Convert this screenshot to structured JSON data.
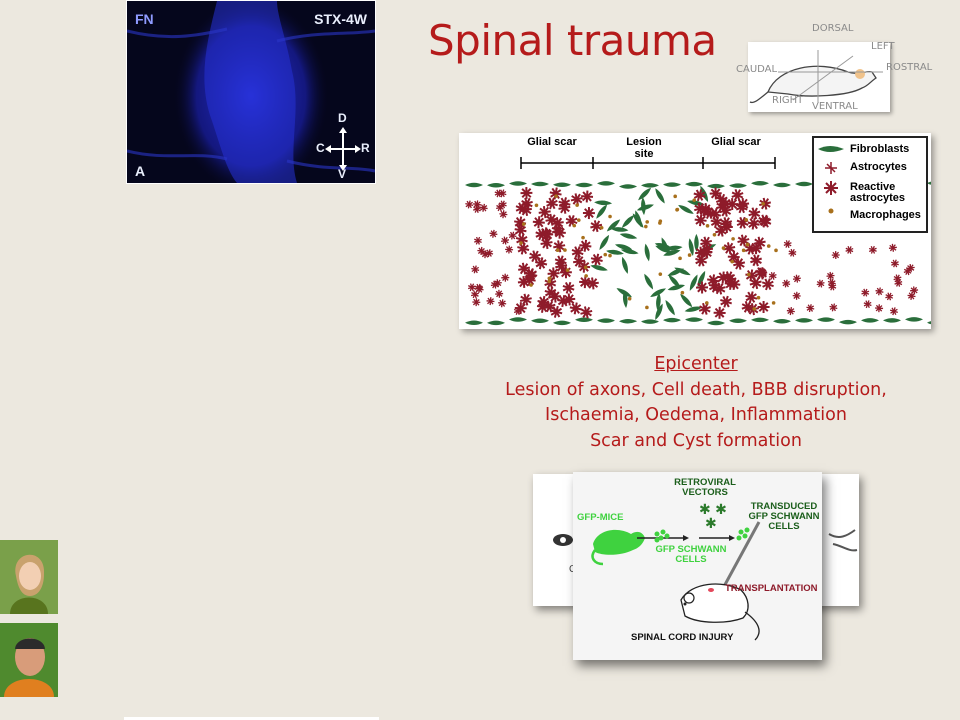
{
  "slide": {
    "title": "Spinal trauma"
  },
  "micrograph": {
    "label_stain": "FN",
    "label_time": "STX-4W",
    "label_panel": "A",
    "axis_d": "D",
    "axis_c": "C",
    "axis_r": "R",
    "axis_v": "V"
  },
  "orientation": {
    "dorsal": "DORSAL",
    "left": "LEFT",
    "caudal": "CAUDAL",
    "rostral": "ROSTRAL",
    "right": "RIGHT",
    "ventral": "VENTRAL"
  },
  "scar_diagram": {
    "header_left": "Glial scar",
    "header_center": "Lesion site",
    "header_right": "Glial scar",
    "legend": [
      "Fibroblasts",
      "Astrocytes",
      "Reactive astrocytes",
      "Macrophages"
    ],
    "colors": {
      "fibroblast": "#2a6e3b",
      "astrocyte": "#8e1b2a",
      "macrophage": "#a8701c"
    }
  },
  "caption": {
    "heading": "Epicenter",
    "line1": "Lesion of axons, Cell death, BBB disruption,",
    "line2": "Ischaemia, Oedema, Inflammation",
    "line3": "Scar and Cyst formation"
  },
  "transplant": {
    "retroviral": "RETROVIRAL VECTORS",
    "gfp_mice": "GFP-MICE",
    "gfp_cells": "GFP SCHWANN CELLS",
    "transduced": "TRANSDUCED GFP SCHWANN CELLS",
    "transplantation": "TRANSPLANTATION",
    "injury": "SPINAL CORD INJURY"
  },
  "colors": {
    "title": "#b51b1b",
    "background": "#ece8df",
    "gfp": "#3fd23f"
  }
}
